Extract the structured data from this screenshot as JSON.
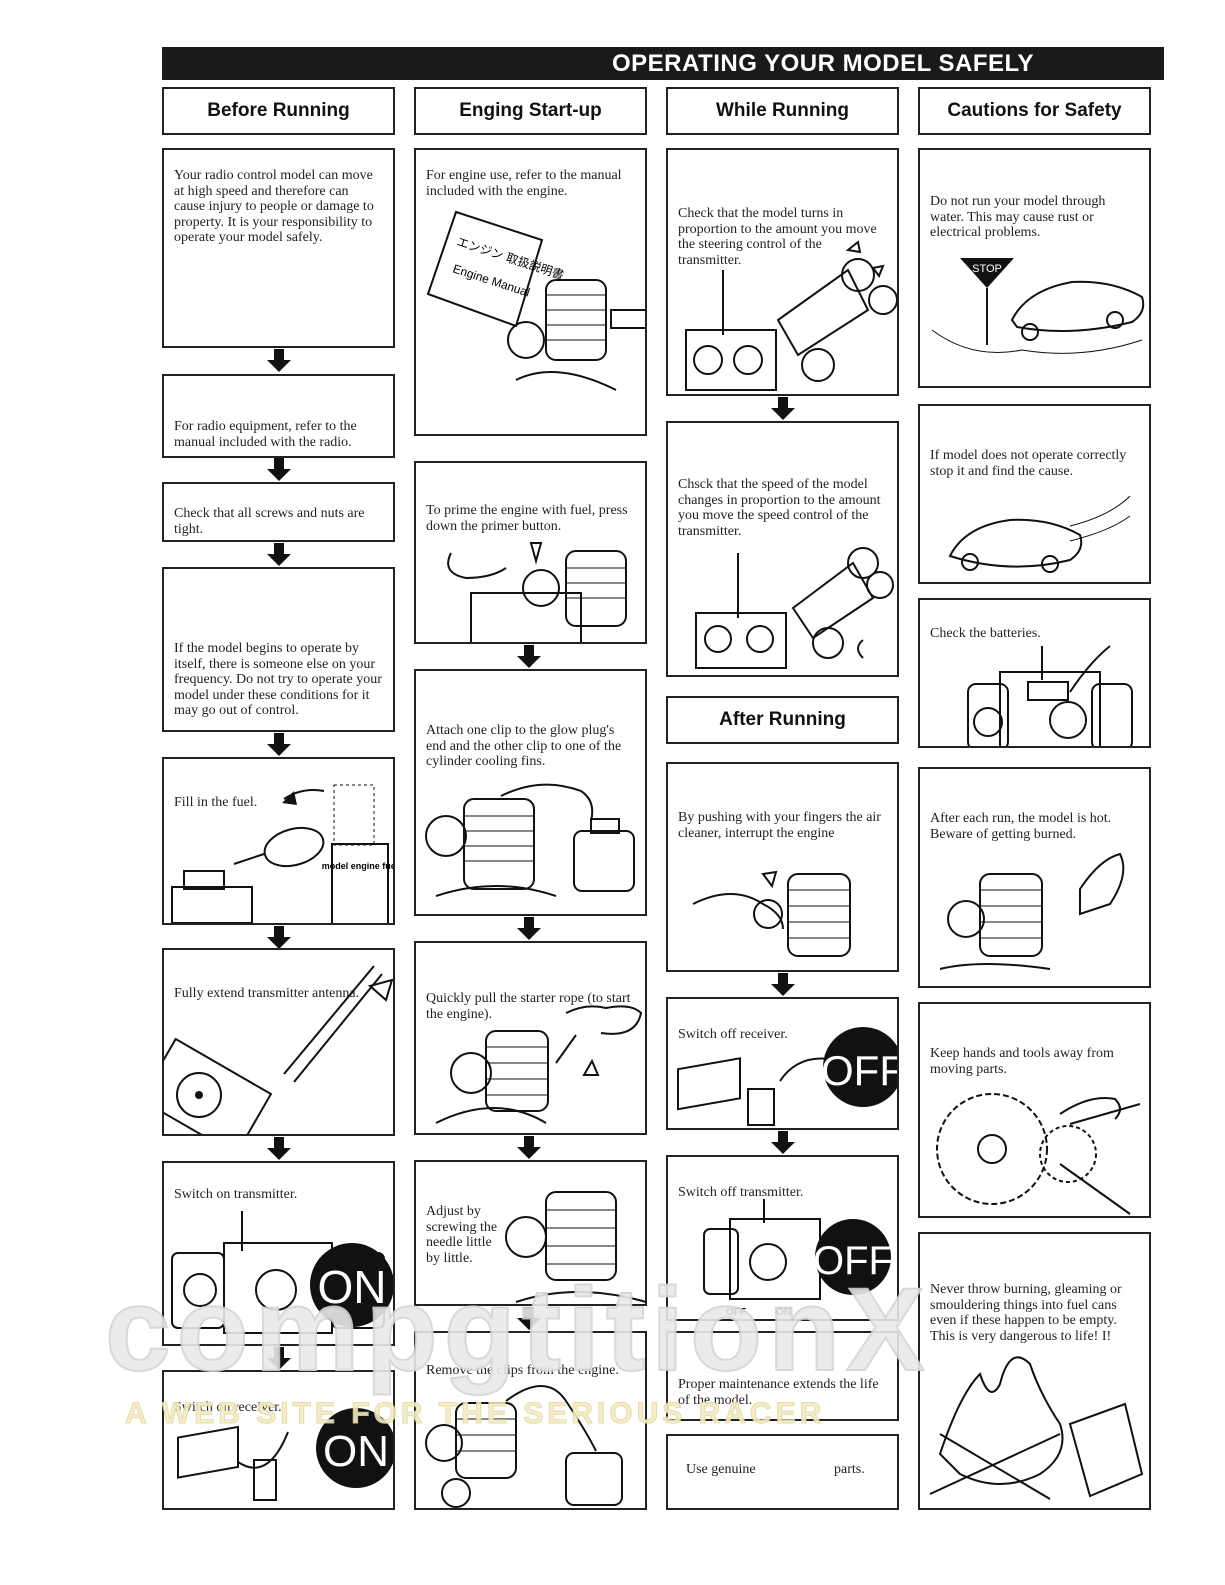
{
  "page_title": "OPERATING YOUR MODEL SAFELY",
  "columns": {
    "before": "Before Running",
    "startup": "Enging Start-up",
    "while": "While Running",
    "cautions": "Cautions for Safety",
    "after": "After Running"
  },
  "before_running": [
    "Your radio control model can move at high speed and therefore can cause injury to people or damage to property. It is your responsibility to operate your model safely.",
    "For radio equipment, refer to the manual included with the radio.",
    "Check that all screws and nuts are tight.",
    "If the model begins to operate by itself, there is someone else on your frequency. Do not try to operate your model under these conditions for it may go out of control.",
    "Fill in the fuel.",
    "Fully extend transmitter antenna.",
    "Switch on transmitter.",
    "Switch on receiver."
  ],
  "engine_startup": [
    "For engine use, refer to the manual included with the engine.",
    "To prime the engine with fuel, press down the primer button.",
    "Attach one clip to the glow plug's end and the other clip to one of the cylinder cooling fins.",
    "Quickly pull the starter rope (to start the engine).",
    "Adjust by screwing the needle little by little.",
    "Remove the clips from the engine."
  ],
  "while_running": [
    "Check that the model turns in proportion to the amount you move the steering control of the transmitter.",
    "Chsck that the speed of the model changes in proportion to the amount you move the speed control of the transmitter."
  ],
  "after_running": [
    "By pushing with your fingers the air cleaner, interrupt the engine",
    "Switch off receiver.",
    "Switch off transmitter.",
    "Proper maintenance extends the life of the model.",
    "Use genuine",
    "parts."
  ],
  "cautions": [
    "Do not run your model through water. This may cause rust or electrical problems.",
    "If model does not operate correctly stop it and find the cause.",
    "Check the batteries.",
    "After each run, the model is hot. Beware of getting burned.",
    "Keep hands and tools away from moving parts.",
    "Never throw burning, gleaming or smouldering things into fuel cans even if these happen to be empty. This is very dangerous to life! I!"
  ],
  "illustration_labels": {
    "on": "ON",
    "off": "OFF",
    "off_on_tx": "OFF",
    "on_tx": "ON",
    "stop_sign": "STOP",
    "manual_jp": "エンジン 取扱説明書",
    "manual_en": "Engine Manual",
    "fuel_can": "model engine fuel"
  },
  "watermark": {
    "brand": "compgtitionX",
    "tagline": "A WEB SITE FOR THE SERIOUS RACER"
  }
}
